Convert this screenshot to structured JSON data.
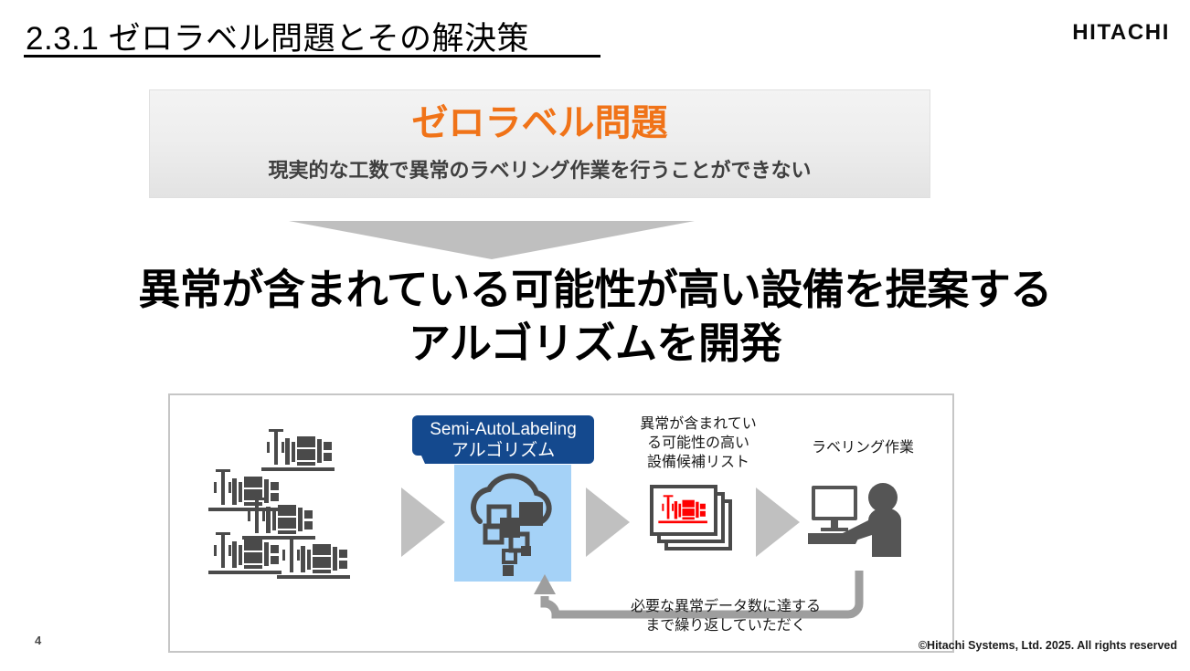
{
  "header": {
    "title": "2.3.1 ゼロラベル問題とその解決策",
    "logo": "HITACHI"
  },
  "problem_box": {
    "headline": "ゼロラベル問題",
    "subtitle": "現実的な工数で異常のラベリング作業を行うことができない",
    "headline_color": "#F07318",
    "background": "#EEEEEE"
  },
  "transition": {
    "arrow": "down-chevron",
    "arrow_color": "#BFBFBF"
  },
  "main_headline": {
    "line1": "異常が含まれている可能性が高い設備を提案する",
    "line2": "アルゴリズムを開発"
  },
  "diagram": {
    "blue_label": {
      "line1": "Semi-AutoLabeling",
      "line2": "アルゴリズム",
      "background": "#14498E",
      "text_color": "#FFFFFF"
    },
    "algorithm_box": {
      "icon": "cloud-ai-icon",
      "background": "#A5D2F7"
    },
    "equipment_icons": {
      "icon": "machine-icon",
      "count": 5,
      "color": "#4A4A4A"
    },
    "candidate_list": {
      "caption_line1": "異常が含まれてい",
      "caption_line2": "る可能性の高い",
      "caption_line3": "設備候補リスト",
      "icon": "document-stack-icon",
      "icon_accent_color": "#FF0000"
    },
    "labeling_work": {
      "caption": "ラベリング作業",
      "icon": "person-at-computer-icon",
      "color": "#555555"
    },
    "loop": {
      "caption_line1": "必要な異常データ数に達する",
      "caption_line2": "まで繰り返していただく",
      "arrow_color": "#9E9E9E"
    },
    "stage_arrow_color": "#C0C0C0"
  },
  "footer": {
    "page_number": "4",
    "copyright": "©Hitachi Systems, Ltd. 2025. All rights reserved"
  }
}
